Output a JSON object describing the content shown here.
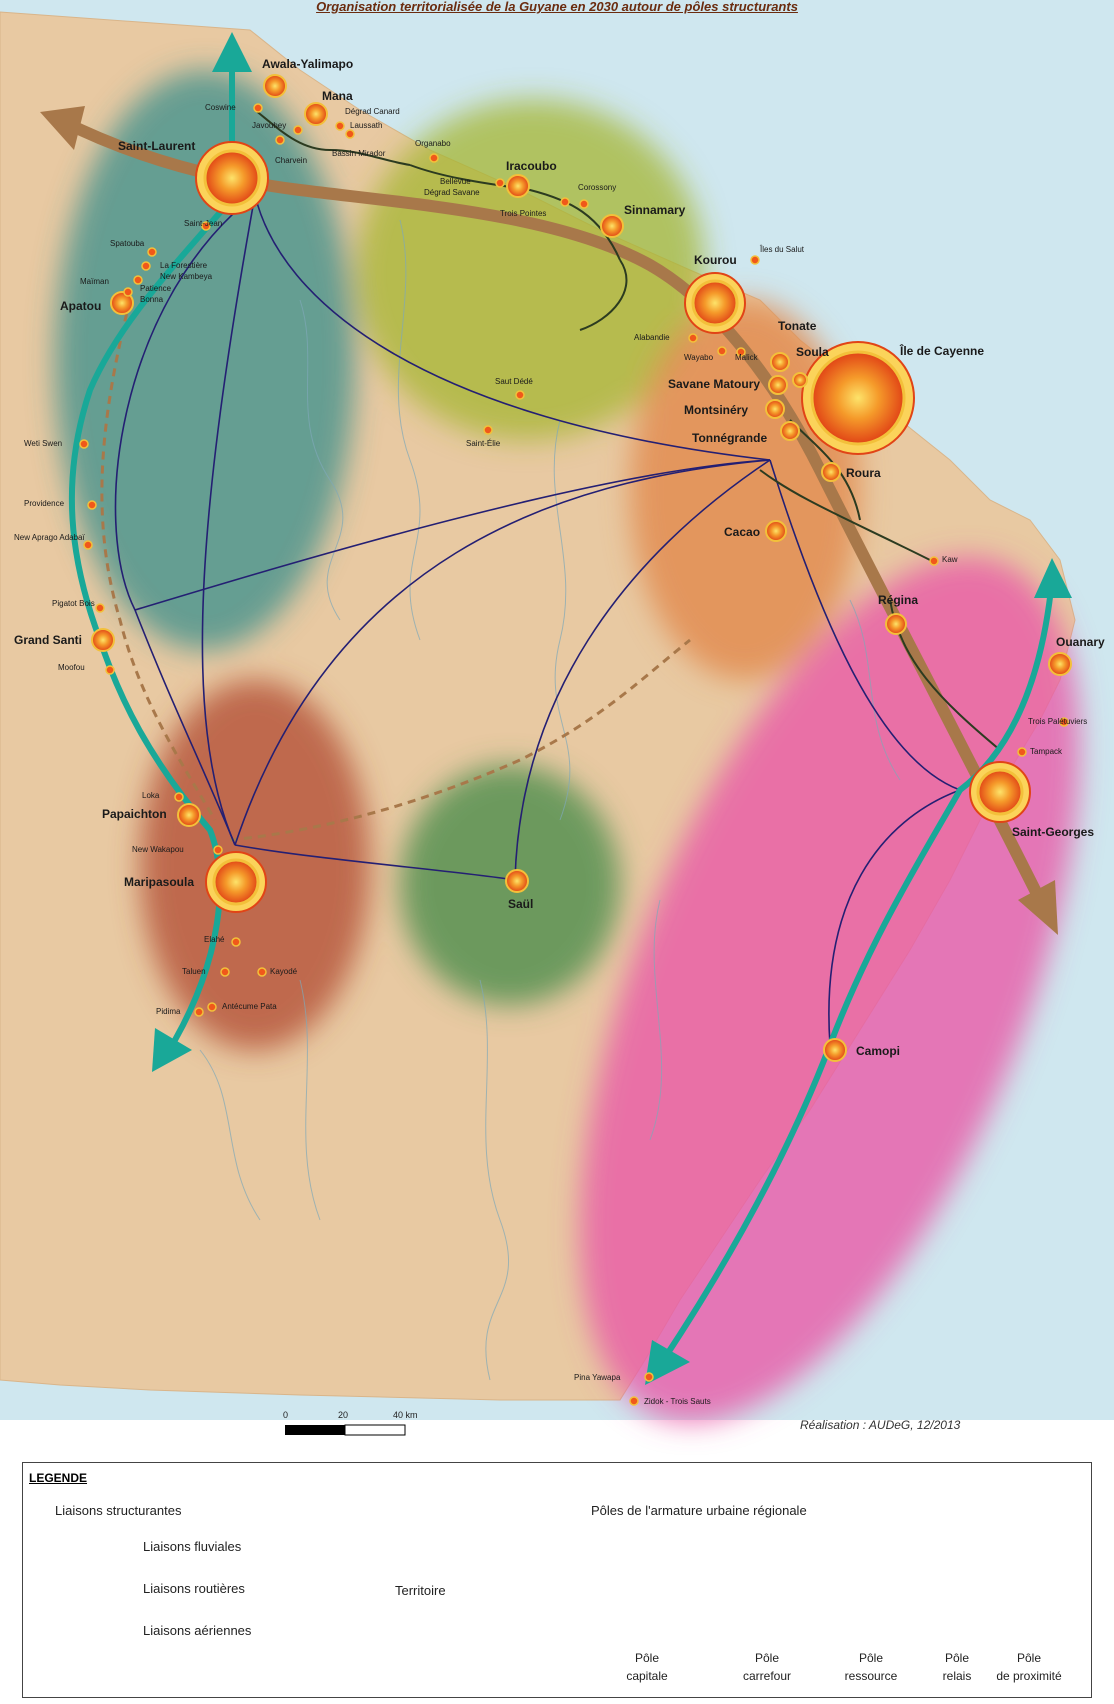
{
  "title": "Organisation territorialisée de la Guyane en 2030 autour de pôles structurants",
  "credit": "Réalisation : AUDeG, 12/2013",
  "scale": {
    "ticks": [
      "0",
      "20",
      "40 km"
    ]
  },
  "colors": {
    "sea": "#cfe7ef",
    "land": "#e8c9a2",
    "fluvial": "#19a898",
    "road": "#a8784a",
    "air": "#241f73",
    "territory_west": "#3b8f8c",
    "territory_savanes": "#a5b632",
    "territory_center_east": "#e1894e",
    "territory_east": "#e85ba8",
    "territory_south_west": "#b4523a",
    "territory_center": "#4e8d4e",
    "pole_core": "#f0581a",
    "pole_ring": "#f3c03a"
  },
  "places": [
    {
      "name": "Awala-Yalimapo",
      "cls": "big"
    },
    {
      "name": "Mana",
      "cls": "big"
    },
    {
      "name": "Saint-Laurent",
      "cls": "big"
    },
    {
      "name": "Coswine",
      "cls": "small"
    },
    {
      "name": "Javouhey",
      "cls": "small"
    },
    {
      "name": "Charvein",
      "cls": "small"
    },
    {
      "name": "Dégrad Canard",
      "cls": "small"
    },
    {
      "name": "Laussath",
      "cls": "small"
    },
    {
      "name": "Bassin Mirador",
      "cls": "small"
    },
    {
      "name": "Organabo",
      "cls": "small"
    },
    {
      "name": "Iracoubo",
      "cls": "big"
    },
    {
      "name": "Bellevue",
      "cls": "small"
    },
    {
      "name": "Dégrad Savane",
      "cls": "small"
    },
    {
      "name": "Corossony",
      "cls": "small"
    },
    {
      "name": "Trois Pointes",
      "cls": "small"
    },
    {
      "name": "Sinnamary",
      "cls": "big"
    },
    {
      "name": "Îles du Salut",
      "cls": "small"
    },
    {
      "name": "Kourou",
      "cls": "big"
    },
    {
      "name": "Tonate",
      "cls": "big"
    },
    {
      "name": "Soula",
      "cls": "big"
    },
    {
      "name": "Île de Cayenne",
      "cls": "big"
    },
    {
      "name": "Savane Matoury",
      "cls": "big"
    },
    {
      "name": "Montsinéry",
      "cls": "big"
    },
    {
      "name": "Tonnégrande",
      "cls": "big"
    },
    {
      "name": "Roura",
      "cls": "big"
    },
    {
      "name": "Wayabo",
      "cls": "small"
    },
    {
      "name": "Malick",
      "cls": "small"
    },
    {
      "name": "Alabandie",
      "cls": "small"
    },
    {
      "name": "Saint-Jean",
      "cls": "small"
    },
    {
      "name": "Spatouba",
      "cls": "small"
    },
    {
      "name": "La Forestière",
      "cls": "small"
    },
    {
      "name": "New Kambeya",
      "cls": "small"
    },
    {
      "name": "Maïman",
      "cls": "small"
    },
    {
      "name": "Patience",
      "cls": "small"
    },
    {
      "name": "Bonna",
      "cls": "small"
    },
    {
      "name": "Apatou",
      "cls": "big"
    },
    {
      "name": "Saut Dédé",
      "cls": "small"
    },
    {
      "name": "Saint-Élie",
      "cls": "small"
    },
    {
      "name": "Weti Swen",
      "cls": "small"
    },
    {
      "name": "Providence",
      "cls": "small"
    },
    {
      "name": "New Aprago Adabaï",
      "cls": "small"
    },
    {
      "name": "Pigatot Bois",
      "cls": "small"
    },
    {
      "name": "Grand Santi",
      "cls": "big"
    },
    {
      "name": "Moofou",
      "cls": "small"
    },
    {
      "name": "Cacao",
      "cls": "big"
    },
    {
      "name": "Kaw",
      "cls": "small"
    },
    {
      "name": "Régina",
      "cls": "big"
    },
    {
      "name": "Ouanary",
      "cls": "big"
    },
    {
      "name": "Trois Palétuviers",
      "cls": "small"
    },
    {
      "name": "Tampack",
      "cls": "small"
    },
    {
      "name": "Saint-Georges",
      "cls": "big"
    },
    {
      "name": "Loka",
      "cls": "small"
    },
    {
      "name": "Papaichton",
      "cls": "big"
    },
    {
      "name": "New Wakapou",
      "cls": "small"
    },
    {
      "name": "Maripasoula",
      "cls": "big"
    },
    {
      "name": "Saül",
      "cls": "big"
    },
    {
      "name": "Elahé",
      "cls": "small"
    },
    {
      "name": "Taluen",
      "cls": "small"
    },
    {
      "name": "Kayodé",
      "cls": "small"
    },
    {
      "name": "Antécume Pata",
      "cls": "small"
    },
    {
      "name": "Pidima",
      "cls": "small"
    },
    {
      "name": "Camopi",
      "cls": "big"
    },
    {
      "name": "Pina Yawapa",
      "cls": "small"
    },
    {
      "name": "Zidok - Trois Sauts",
      "cls": "small"
    }
  ],
  "legend": {
    "title": "LEGENDE",
    "links_heading": "Liaisons structurantes",
    "fluvial": "Liaisons fluviales",
    "road": "Liaisons routières",
    "air": "Liaisons aériennes",
    "territory": "Territoire",
    "poles_heading": "Pôles de l'armature urbaine régionale",
    "poles": [
      {
        "l1": "Pôle",
        "l2": "capitale"
      },
      {
        "l1": "Pôle",
        "l2": "carrefour"
      },
      {
        "l1": "Pôle",
        "l2": "ressource"
      },
      {
        "l1": "Pôle",
        "l2": "relais"
      },
      {
        "l1": "Pôle",
        "l2": "de proximité"
      }
    ]
  }
}
